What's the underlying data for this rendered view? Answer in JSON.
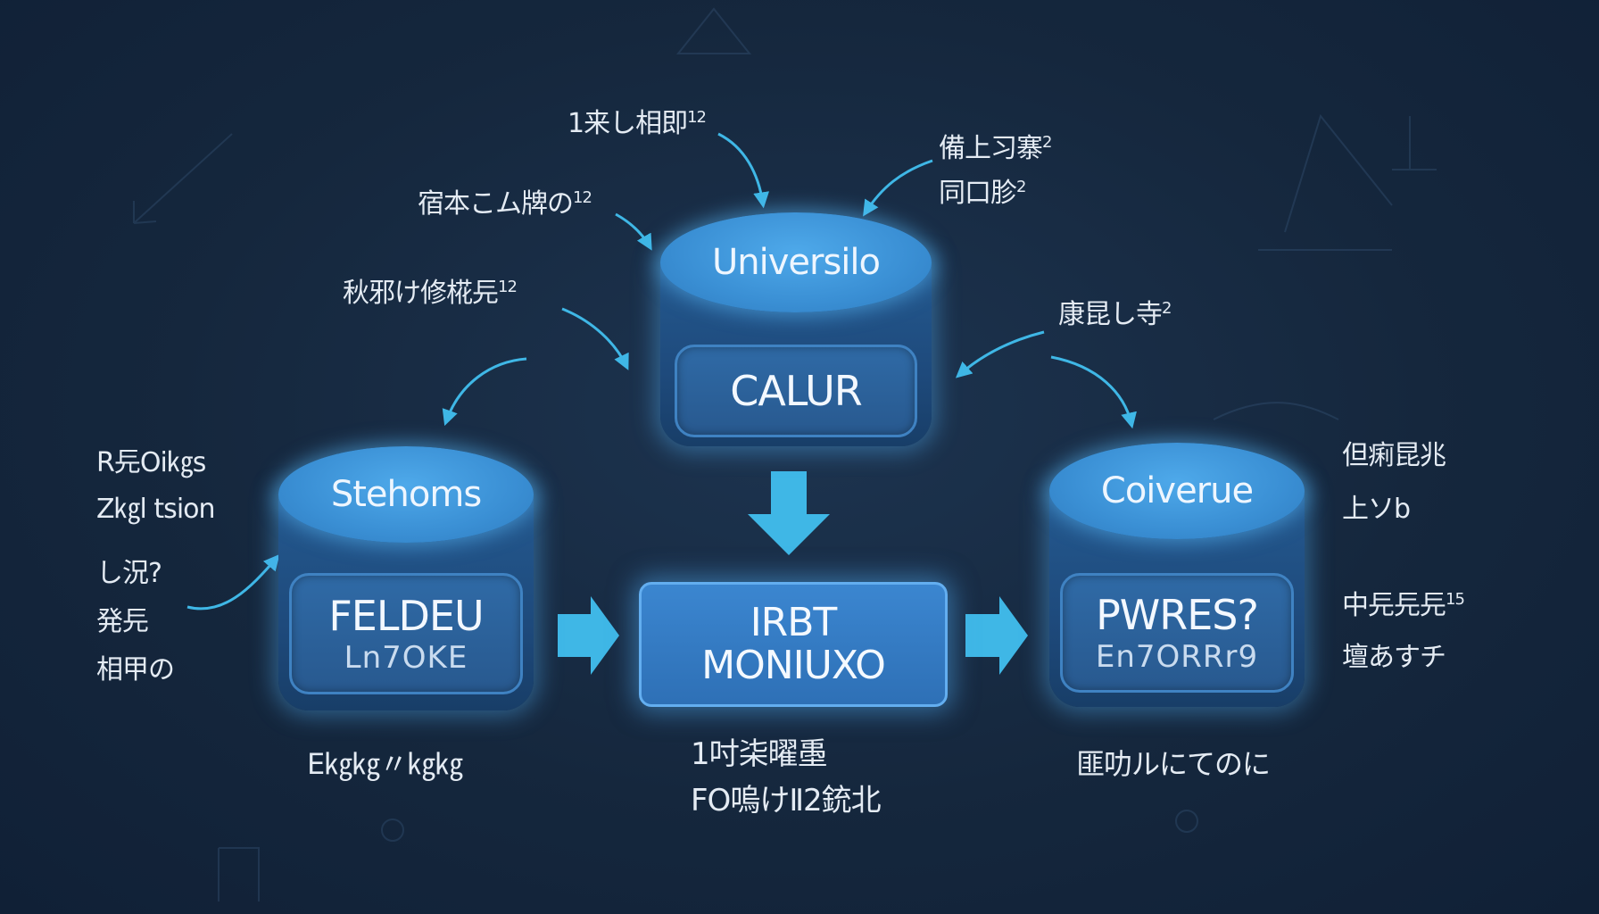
{
  "colors": {
    "background": "#15273d",
    "accent": "#3fb7e6",
    "node": "#3a8fd4"
  },
  "top_node": {
    "title": "Universilo",
    "panel": "CALUR"
  },
  "left_node": {
    "title": "Stehoms",
    "panel_line1": "FELDEU",
    "panel_line2": "Ln7OKE",
    "caption": "E㎏㎏〃㎏㎏"
  },
  "center_node": {
    "line1": "IRBT",
    "line2": "MONIUXO",
    "caption_line1": "1吋㭍曜㙑",
    "caption_line2": "FO嗚けⅡ2銃北"
  },
  "right_node": {
    "title": "Coiverue",
    "panel_line1": "PWRES?",
    "panel_line2": "En7ORRr9",
    "caption": "匪叻ルにてのに"
  },
  "annotations": {
    "top_a": {
      "text": "1来し相即",
      "sup": "12"
    },
    "top_b": {
      "text": "宿本こム牌の",
      "sup": "12"
    },
    "top_c": {
      "text": "秋邪け修椛㒫",
      "sup": "12"
    },
    "top_right_a": {
      "text": "備上习寨",
      "sup": "2"
    },
    "top_right_b": {
      "text": "同口胗",
      "sup": "2"
    },
    "mid_right": {
      "text": "康昆し寺",
      "sup": "2"
    },
    "left_a1": "R㒫Oi㎏s",
    "left_a2": "Z㎏l tsion",
    "left_b1": "し況?",
    "left_b2": "発㒫",
    "left_b3": "相甲の",
    "right_a1": "但痢昆兆",
    "right_a2": "上ソb",
    "right_b1": {
      "text": "中㒫㒫㒫",
      "sup": "15"
    },
    "right_b2": "壇あすチ"
  }
}
